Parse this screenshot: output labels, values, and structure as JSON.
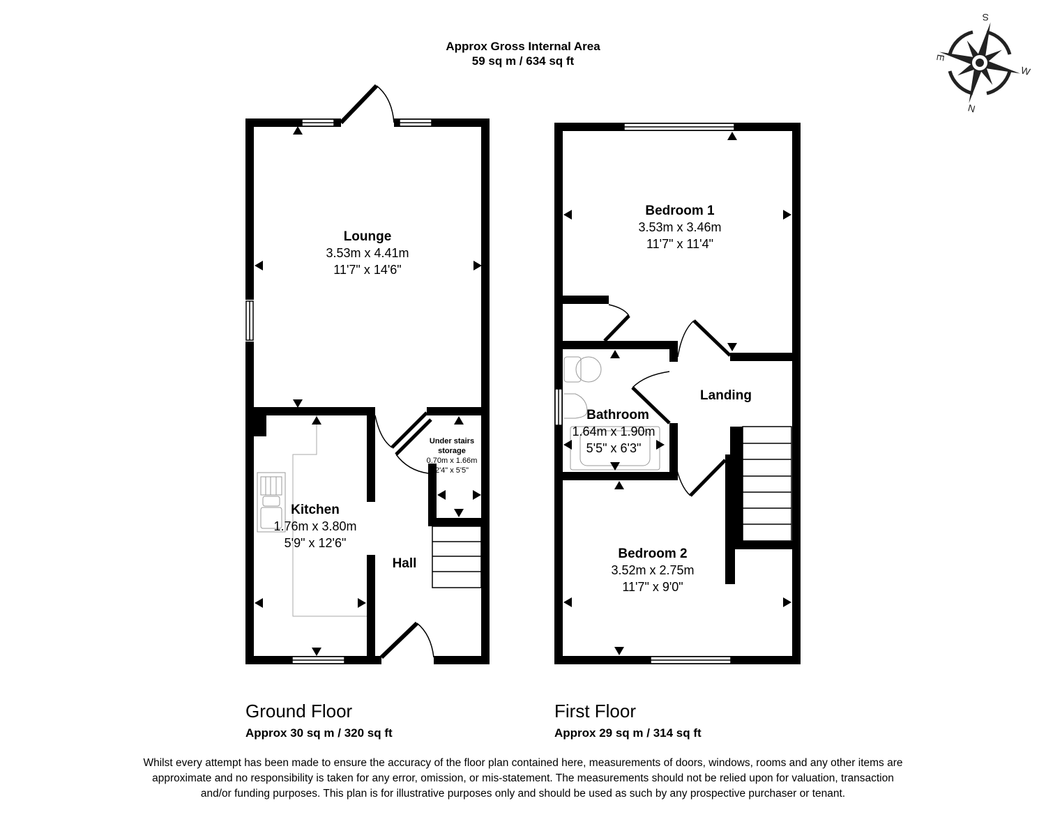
{
  "header": {
    "title": "Approx Gross Internal Area",
    "total_area": "59 sq m / 634 sq ft"
  },
  "compass": {
    "labels": {
      "top": "S",
      "left": "E",
      "right": "W",
      "bottom": "N"
    }
  },
  "ground_floor": {
    "title": "Ground Floor",
    "area": "Approx 30 sq m / 320 sq ft",
    "rooms": {
      "lounge": {
        "name": "Lounge",
        "metric": "3.53m x 4.41m",
        "imperial": "11'7\" x 14'6\""
      },
      "kitchen": {
        "name": "Kitchen",
        "metric": "1.76m x 3.80m",
        "imperial": "5'9\" x 12'6\""
      },
      "hall": {
        "name": "Hall"
      },
      "storage": {
        "name_line1": "Under stairs",
        "name_line2": "storage",
        "metric": "0.70m x 1.66m",
        "imperial": "2'4\" x 5'5\""
      }
    }
  },
  "first_floor": {
    "title": "First Floor",
    "area": "Approx 29 sq m / 314 sq ft",
    "rooms": {
      "bedroom1": {
        "name": "Bedroom 1",
        "metric": "3.53m x 3.46m",
        "imperial": "11'7\" x 11'4\""
      },
      "bedroom2": {
        "name": "Bedroom 2",
        "metric": "3.52m x 2.75m",
        "imperial": "11'7\" x 9'0\""
      },
      "bathroom": {
        "name": "Bathroom",
        "metric": "1.64m x 1.90m",
        "imperial": "5'5\" x 6'3\""
      },
      "landing": {
        "name": "Landing"
      }
    }
  },
  "disclaimer": "Whilst every attempt has been made to ensure the accuracy of the floor plan contained here, measurements of doors, windows, rooms and any other items are approximate and no responsibility is taken for any error, omission, or mis-statement. The measurements should not be relied upon for valuation, transaction and/or funding purposes. This plan is for illustrative purposes only and should be used as such by any prospective purchaser or tenant.",
  "colors": {
    "wall": "#000000",
    "fixture": "#999999",
    "background": "#ffffff"
  }
}
